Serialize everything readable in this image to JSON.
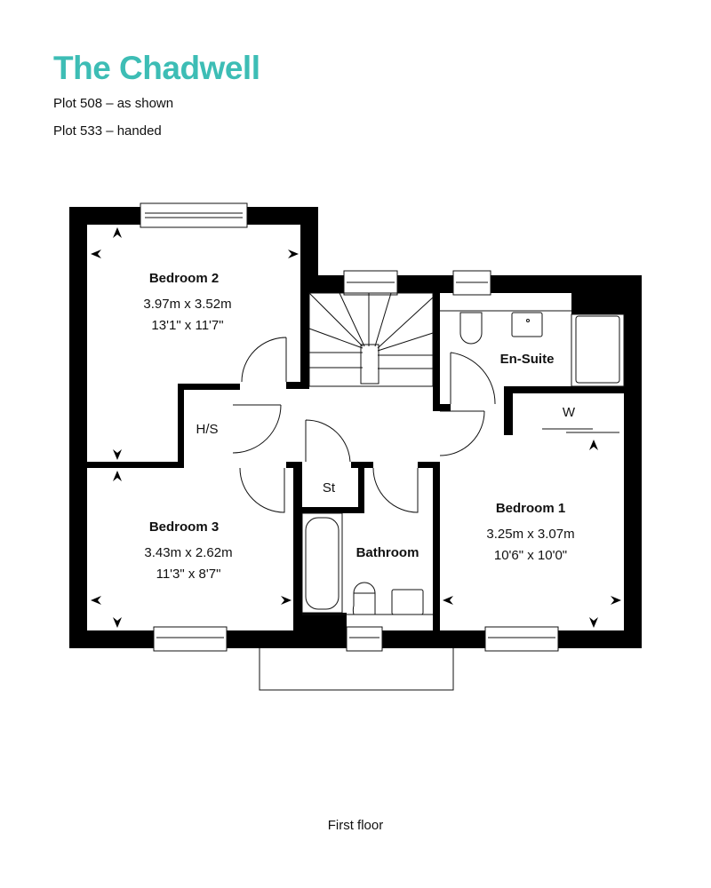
{
  "header": {
    "title": "The Chadwell",
    "plots": [
      "Plot 508 – as shown",
      "Plot 533 – handed"
    ]
  },
  "rooms": {
    "bedroom2": {
      "name": "Bedroom 2",
      "metric": "3.97m x 3.52m",
      "imperial": "13'1\" x 11'7\""
    },
    "bedroom3": {
      "name": "Bedroom 3",
      "metric": "3.43m x 2.62m",
      "imperial": "11'3\" x 8'7\""
    },
    "bedroom1": {
      "name": "Bedroom 1",
      "metric": "3.25m x 3.07m",
      "imperial": "10'6\" x 10'0\""
    },
    "ensuite": {
      "name": "En-Suite"
    },
    "bathroom": {
      "name": "Bathroom"
    },
    "hs": {
      "name": "H/S"
    },
    "st": {
      "name": "St"
    },
    "w": {
      "name": "W"
    }
  },
  "caption": "First floor",
  "colors": {
    "title": "#3dbdb5",
    "wall": "#000000"
  }
}
